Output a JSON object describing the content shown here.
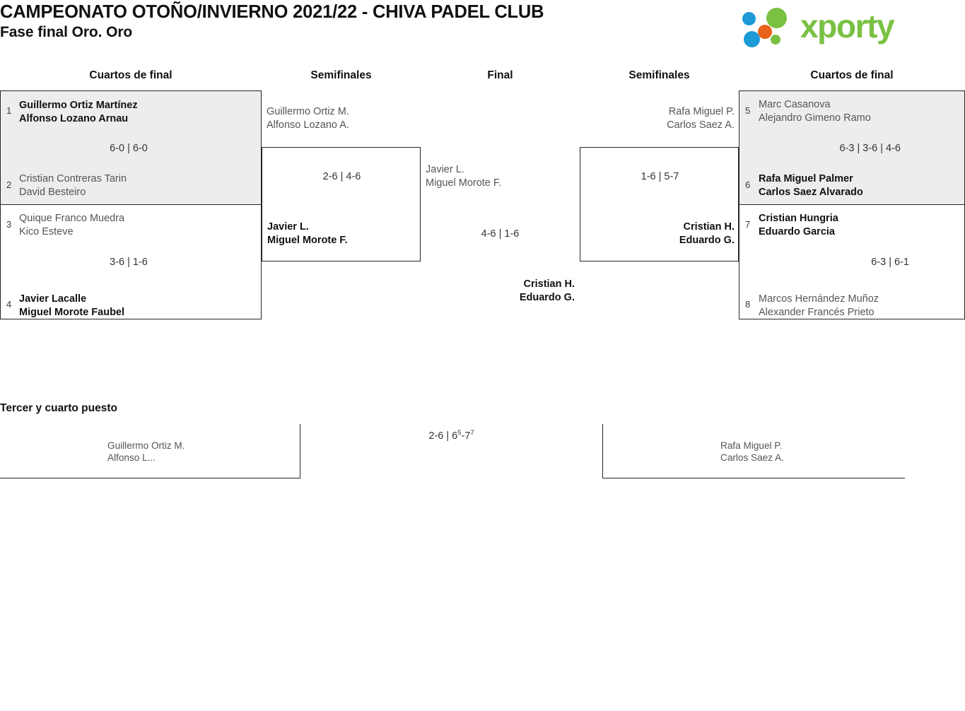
{
  "header": {
    "title_line1": "CAMPEONATO OTOÑO/INVIERNO 2021/22 - CHIVA PADEL CLUB",
    "title_line2": "Fase final Oro. Oro",
    "logo_text": "xporty",
    "logo_colors": {
      "green": "#7ac143",
      "blue": "#1b9ad6",
      "orange": "#e8621c"
    }
  },
  "rounds": {
    "qf_left": "Cuartos de final",
    "sf_left": "Semifinales",
    "final": "Final",
    "sf_right": "Semifinales",
    "qf_right": "Cuartos de final"
  },
  "quarterfinals_left": [
    {
      "seed_top": "1",
      "top_line1": "Guillermo Ortiz Martínez",
      "top_line2": "Alfonso Lozano Arnau",
      "seed_bottom": "2",
      "bottom_line1": "Cristian Contreras Tarin",
      "bottom_line2": "David Besteiro",
      "score": "6-0 | 6-0",
      "winner": "top"
    },
    {
      "seed_top": "3",
      "top_line1": "Quique Franco Muedra",
      "top_line2": "Kico Esteve",
      "seed_bottom": "4",
      "bottom_line1": "Javier Lacalle",
      "bottom_line2": "Miguel Morote Faubel",
      "score": "3-6 | 1-6",
      "winner": "bottom"
    }
  ],
  "quarterfinals_right": [
    {
      "seed_top": "5",
      "top_line1": "Marc Casanova",
      "top_line2": "Alejandro Gimeno Ramo",
      "seed_bottom": "6",
      "bottom_line1": "Rafa Miguel Palmer",
      "bottom_line2": "Carlos Saez Alvarado",
      "score": "6-3 | 3-6 | 4-6",
      "winner": "bottom"
    },
    {
      "seed_top": "7",
      "top_line1": "Cristian Hungria",
      "top_line2": "Eduardo Garcia",
      "seed_bottom": "8",
      "bottom_line1": "Marcos Hernández Muñoz",
      "bottom_line2": "Alexander Francés Prieto",
      "score": "6-3 | 6-1",
      "winner": "top"
    }
  ],
  "semifinal_left": {
    "top_line1": "Guillermo Ortiz M.",
    "top_line2": "Alfonso Lozano A.",
    "bottom_line1": "Javier L.",
    "bottom_line2": "Miguel Morote F.",
    "score": "2-6 | 4-6",
    "winner": "bottom"
  },
  "semifinal_right": {
    "top_line1": "Rafa Miguel P.",
    "top_line2": "Carlos Saez A.",
    "bottom_line1": "Cristian H.",
    "bottom_line2": "Eduardo G.",
    "score": "1-6 | 5-7",
    "winner": "bottom"
  },
  "final": {
    "left_line1": "Javier L.",
    "left_line2": "Miguel Morote F.",
    "right_line1": "Cristian H.",
    "right_line2": "Eduardo G.",
    "score": "4-6 | 1-6",
    "winner": "right"
  },
  "third_place": {
    "title": "Tercer y cuarto puesto",
    "left_line1": "Guillermo Ortiz M.",
    "left_line2": "Alfonso L...",
    "right_line1": "Rafa Miguel P.",
    "right_line2": "Carlos Saez A.",
    "score_prefix": "2-6 | 6",
    "score_sup1": "5",
    "score_mid": "-7",
    "score_sup2": "7"
  }
}
